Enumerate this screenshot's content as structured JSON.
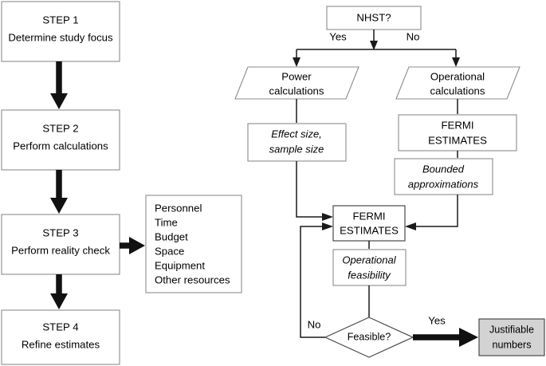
{
  "diagram": {
    "title": "Study estimation workflow flowchart",
    "colors": {
      "box_stroke": "#8c8c8c",
      "box_stroke_dark": "#4a4a4a",
      "highlight_fill": "#d3d3d3",
      "line": "#1a1a1a",
      "background": "#ffffff"
    }
  },
  "left_column": {
    "steps": [
      {
        "id": "step1",
        "title": "STEP 1",
        "description": "Determine study focus"
      },
      {
        "id": "step2",
        "title": "STEP 2",
        "description": "Perform calculations"
      },
      {
        "id": "step3",
        "title": "STEP 3",
        "description": "Perform reality check"
      },
      {
        "id": "step4",
        "title": "STEP 4",
        "description": "Refine estimates"
      }
    ],
    "resources": {
      "items": [
        "Personnel",
        "Time",
        "Budget",
        "Space",
        "Equipment",
        "Other resources"
      ]
    }
  },
  "right_column": {
    "decision_nhst": "NHST?",
    "branch_yes": "Yes",
    "branch_no": "No",
    "power_calculations_line1": "Power",
    "power_calculations_line2": "calculations",
    "operational_calculations_line1": "Operational",
    "operational_calculations_line2": "calculations",
    "effect_size_line1": "Effect size,",
    "effect_size_line2": "sample size",
    "fermi_right_line1": "FERMI",
    "fermi_right_line2": "ESTIMATES",
    "bounded_line1": "Bounded",
    "bounded_line2": "approximations",
    "fermi_center_line1": "FERMI",
    "fermi_center_line2": "ESTIMATES",
    "operational_feasibility_line1": "Operational",
    "operational_feasibility_line2": "feasibility",
    "decision_feasible": "Feasible?",
    "feasible_no": "No",
    "feasible_yes": "Yes",
    "justifiable_line1": "Justifiable",
    "justifiable_line2": "numbers"
  }
}
